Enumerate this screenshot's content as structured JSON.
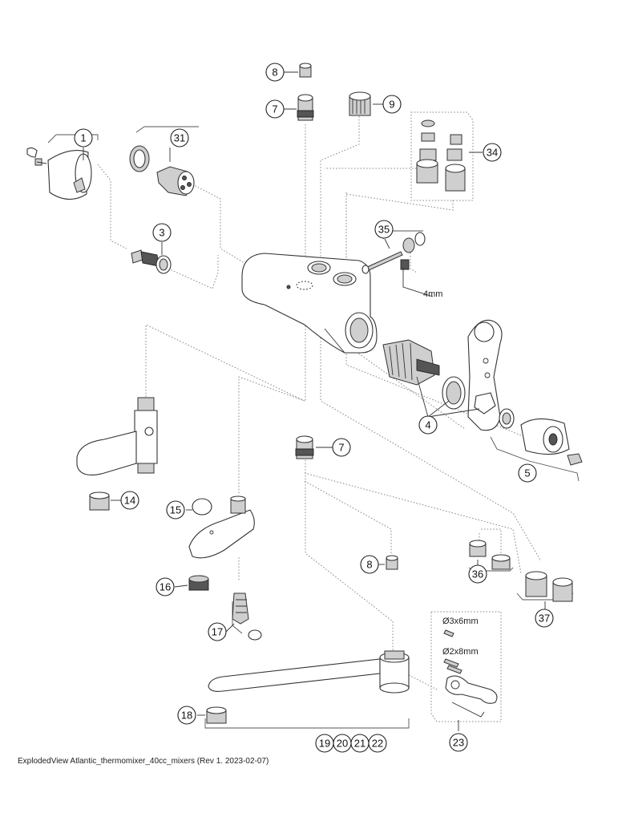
{
  "diagram": {
    "callouts": [
      {
        "id": "c1",
        "label": "1"
      },
      {
        "id": "c31",
        "label": "31"
      },
      {
        "id": "c3",
        "label": "3"
      },
      {
        "id": "c8a",
        "label": "8"
      },
      {
        "id": "c7a",
        "label": "7"
      },
      {
        "id": "c9",
        "label": "9"
      },
      {
        "id": "c34",
        "label": "34"
      },
      {
        "id": "c35",
        "label": "35"
      },
      {
        "id": "c4",
        "label": "4"
      },
      {
        "id": "c5",
        "label": "5"
      },
      {
        "id": "c7b",
        "label": "7"
      },
      {
        "id": "c14",
        "label": "14"
      },
      {
        "id": "c15",
        "label": "15"
      },
      {
        "id": "c16",
        "label": "16"
      },
      {
        "id": "c17",
        "label": "17"
      },
      {
        "id": "c8b",
        "label": "8"
      },
      {
        "id": "c36",
        "label": "36"
      },
      {
        "id": "c37",
        "label": "37"
      },
      {
        "id": "c18",
        "label": "18"
      },
      {
        "id": "c19",
        "label": "19"
      },
      {
        "id": "c20",
        "label": "20"
      },
      {
        "id": "c21",
        "label": "21"
      },
      {
        "id": "c22",
        "label": "22"
      },
      {
        "id": "c23",
        "label": "23"
      }
    ],
    "notes": {
      "hex_key": "4mm",
      "pin_a": "Ø3x6mm",
      "pin_b": "Ø2x8mm"
    }
  },
  "footer": "ExplodedView Atlantic_thermomixer_40cc_mixers  (Rev 1. 2023-02-07)"
}
